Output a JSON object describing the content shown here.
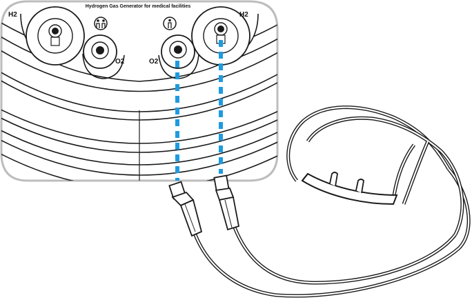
{
  "device": {
    "title": "Hydrogen Gas Generator for medical facilities",
    "port_left_h2_label": "H2",
    "port_left_o2_label": "O2",
    "port_right_o2_label": "O2",
    "port_right_h2_label": "H2",
    "icon_left": "two-persons-icon",
    "icon_right": "single-person-icon"
  },
  "colors": {
    "connection_line": "#1e9be0",
    "outline": "#1a1a1a",
    "panel_border": "#bdbdbd"
  }
}
